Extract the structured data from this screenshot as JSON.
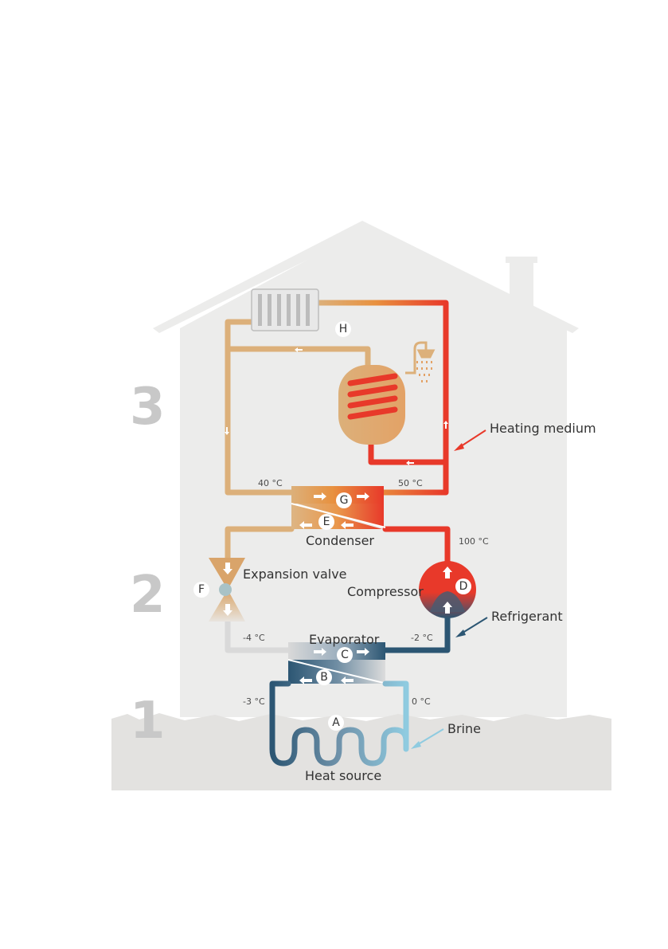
{
  "zones": [
    "3",
    "2",
    "1"
  ],
  "badges": {
    "a": "A",
    "b": "B",
    "c": "C",
    "d": "D",
    "e": "E",
    "f": "F",
    "g": "G",
    "h": "H"
  },
  "labels": {
    "heating_medium": "Heating medium",
    "refrigerant": "Refrigerant",
    "brine": "Brine",
    "condenser": "Condenser",
    "evaporator": "Evaporator",
    "compressor": "Compressor",
    "expansion_valve": "Expansion valve",
    "heat_source": "Heat source"
  },
  "temperatures": {
    "t40": "40 °C",
    "t50": "50 °C",
    "t100": "100 °C",
    "tm4": "-4 °C",
    "tm2": "-2 °C",
    "tm3": "-3 °C",
    "t0": "0 °C"
  },
  "colors": {
    "house": "#ececeb",
    "ground": "#e3e2e0",
    "hot": "#e8392a",
    "warm": "#d9a46a",
    "cold": "#2c5673",
    "brine_light": "#8fcbe0",
    "pipe_pale": "#d9d9d9"
  }
}
